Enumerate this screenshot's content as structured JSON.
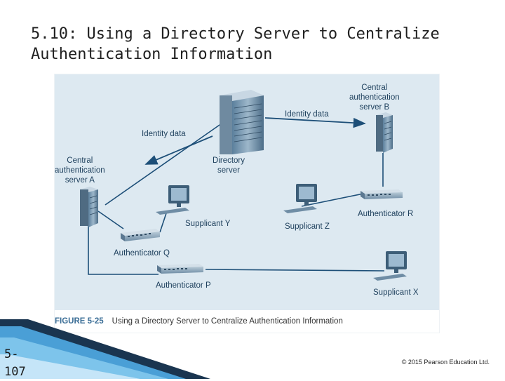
{
  "slide": {
    "title": "5.10: Using a Directory Server to Centralize Authentication Information",
    "page_number": "5-\n107",
    "copyright": "© 2015 Pearson Education Ltd."
  },
  "figure": {
    "caption_label": "FIGURE 5-25",
    "caption_text": "Using a Directory Server to Centralize Authentication Information",
    "labels": {
      "directory_server": "Directory\nserver",
      "central_server_a": "Central\nauthentication\nserver A",
      "central_server_b": "Central\nauthentication\nserver B",
      "identity_data_left": "Identity data",
      "identity_data_right": "Identity data",
      "supplicant_y": "Supplicant Y",
      "supplicant_z": "Supplicant Z",
      "supplicant_x": "Supplicant X",
      "authenticator_q": "Authenticator Q",
      "authenticator_r": "Authenticator R",
      "authenticator_p": "Authenticator P"
    }
  },
  "colors": {
    "figure_bg": "#dde9f1",
    "line": "#1d4f78",
    "caption_label": "#3a6d96",
    "deco_dark": "#1a3550",
    "deco_light": "#4a9fd6"
  }
}
